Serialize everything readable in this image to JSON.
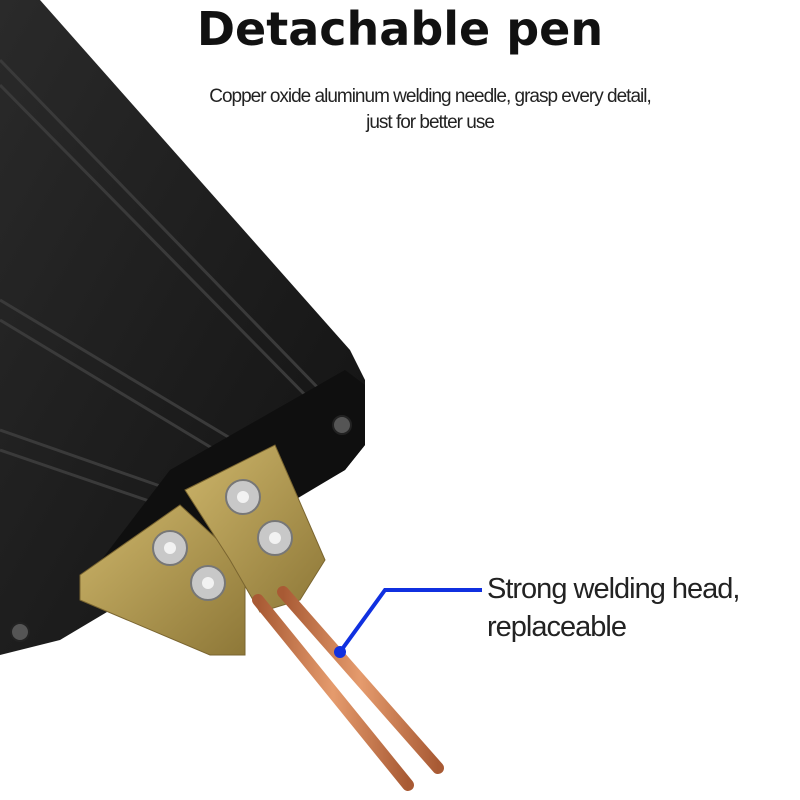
{
  "title": "Detachable pen",
  "subtitle": {
    "line1": "Copper oxide aluminum welding needle, grasp every detail,",
    "line2": "just for better use"
  },
  "callout": {
    "line1": "Strong welding head,",
    "line2": "replaceable"
  },
  "colors": {
    "callout_line": "#1030e0",
    "body": "#1c1c1c",
    "brass": "#b39a4e",
    "copper": "#c9764a"
  }
}
